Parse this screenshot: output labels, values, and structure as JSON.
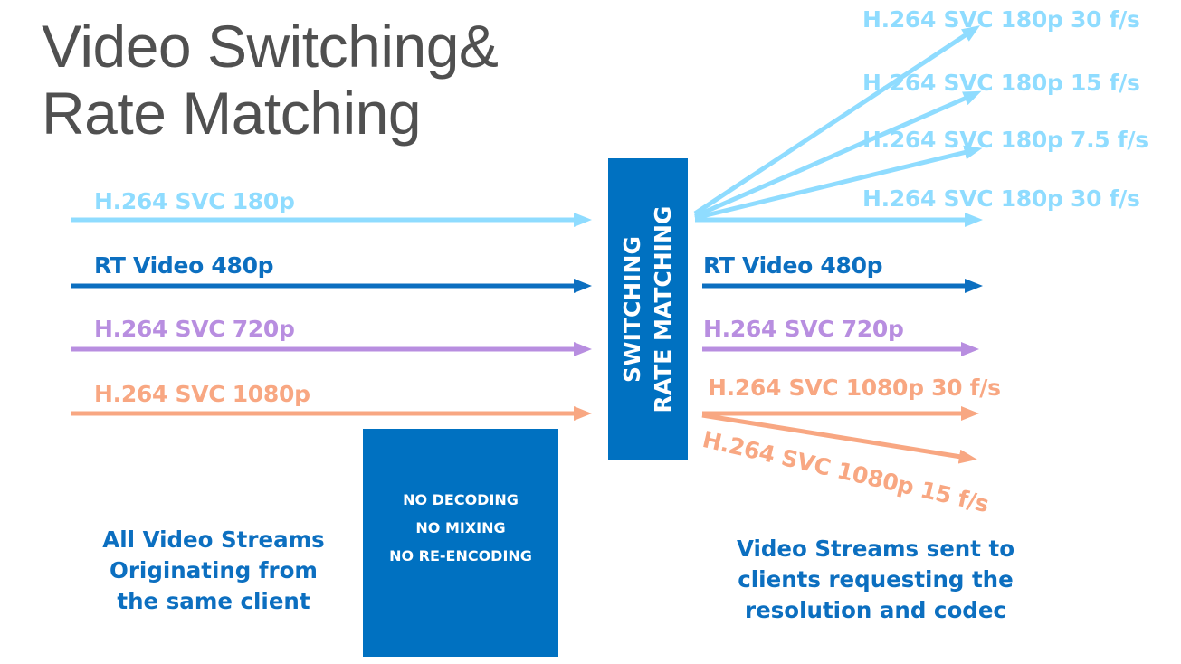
{
  "title": {
    "line1": "Video Switching&",
    "line2": "Rate Matching"
  },
  "colors": {
    "light_blue": "#8fdcff",
    "dark_blue": "#0c6fc0",
    "purple": "#b88ee0",
    "orange": "#f8a782",
    "box_blue": "#0071c1"
  },
  "inputs": [
    {
      "label": "H.264 SVC 180p",
      "color": "light_blue"
    },
    {
      "label": "RT Video 480p",
      "color": "dark_blue"
    },
    {
      "label": "H.264 SVC 720p",
      "color": "purple"
    },
    {
      "label": "H.264 SVC 1080p",
      "color": "orange"
    }
  ],
  "switch_box": {
    "line1": "SWITCHING",
    "line2": "RATE MATCHING"
  },
  "outputs": [
    {
      "label": "H.264 SVC 180p 30 f/s",
      "color": "light_blue"
    },
    {
      "label": "H.264 SVC 180p 15 f/s",
      "color": "light_blue"
    },
    {
      "label": "H.264 SVC 180p 7.5 f/s",
      "color": "light_blue"
    },
    {
      "label": "H.264 SVC 180p 30 f/s",
      "color": "light_blue"
    },
    {
      "label": "RT Video 480p",
      "color": "dark_blue"
    },
    {
      "label": "H.264 SVC 720p",
      "color": "purple"
    },
    {
      "label": "H.264 SVC 1080p 30 f/s",
      "color": "orange"
    },
    {
      "label": "H.264 SVC 1080p 15 f/s",
      "color": "orange"
    }
  ],
  "no_processing": {
    "line1": "NO DECODING",
    "line2": "NO MIXING",
    "line3": "NO RE-ENCODING"
  },
  "left_note": {
    "line1": "All Video Streams",
    "line2": "Originating from",
    "line3": "the same client"
  },
  "right_note": {
    "line1": "Video Streams sent to",
    "line2": "clients requesting the",
    "line3": "resolution and codec"
  }
}
